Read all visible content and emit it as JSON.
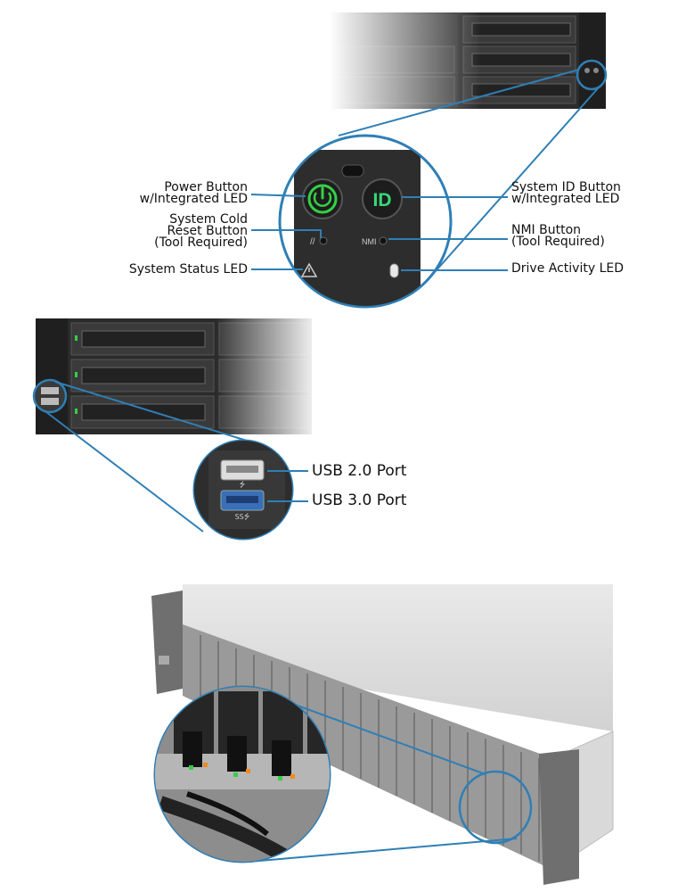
{
  "control_panel": {
    "left_labels": {
      "power": "Power Button\nw/Integrated LED",
      "cold_reset": "System Cold\nReset Button\n(Tool Required)",
      "status_led": "System Status LED"
    },
    "right_labels": {
      "system_id": "System ID Button\nw/Integrated LED",
      "nmi": "NMI Button\n(Tool Required)",
      "drive_activity": "Drive Activity LED"
    },
    "id_button_text": "ID",
    "nmi_text": "NMI",
    "reset_mark": "//",
    "accent_color": "#2f7fb5",
    "led_green": "#35d046"
  },
  "usb_panel": {
    "usb2_label": "USB 2.0 Port",
    "usb3_label": "USB 3.0 Port",
    "usb3_color": "#3a6fb8",
    "icon_names": [
      "usb-icon",
      "usb-ss-icon"
    ]
  },
  "chassis_view": {
    "icon_names": [
      "drive-bay-icon",
      "release-latch-icon"
    ]
  }
}
